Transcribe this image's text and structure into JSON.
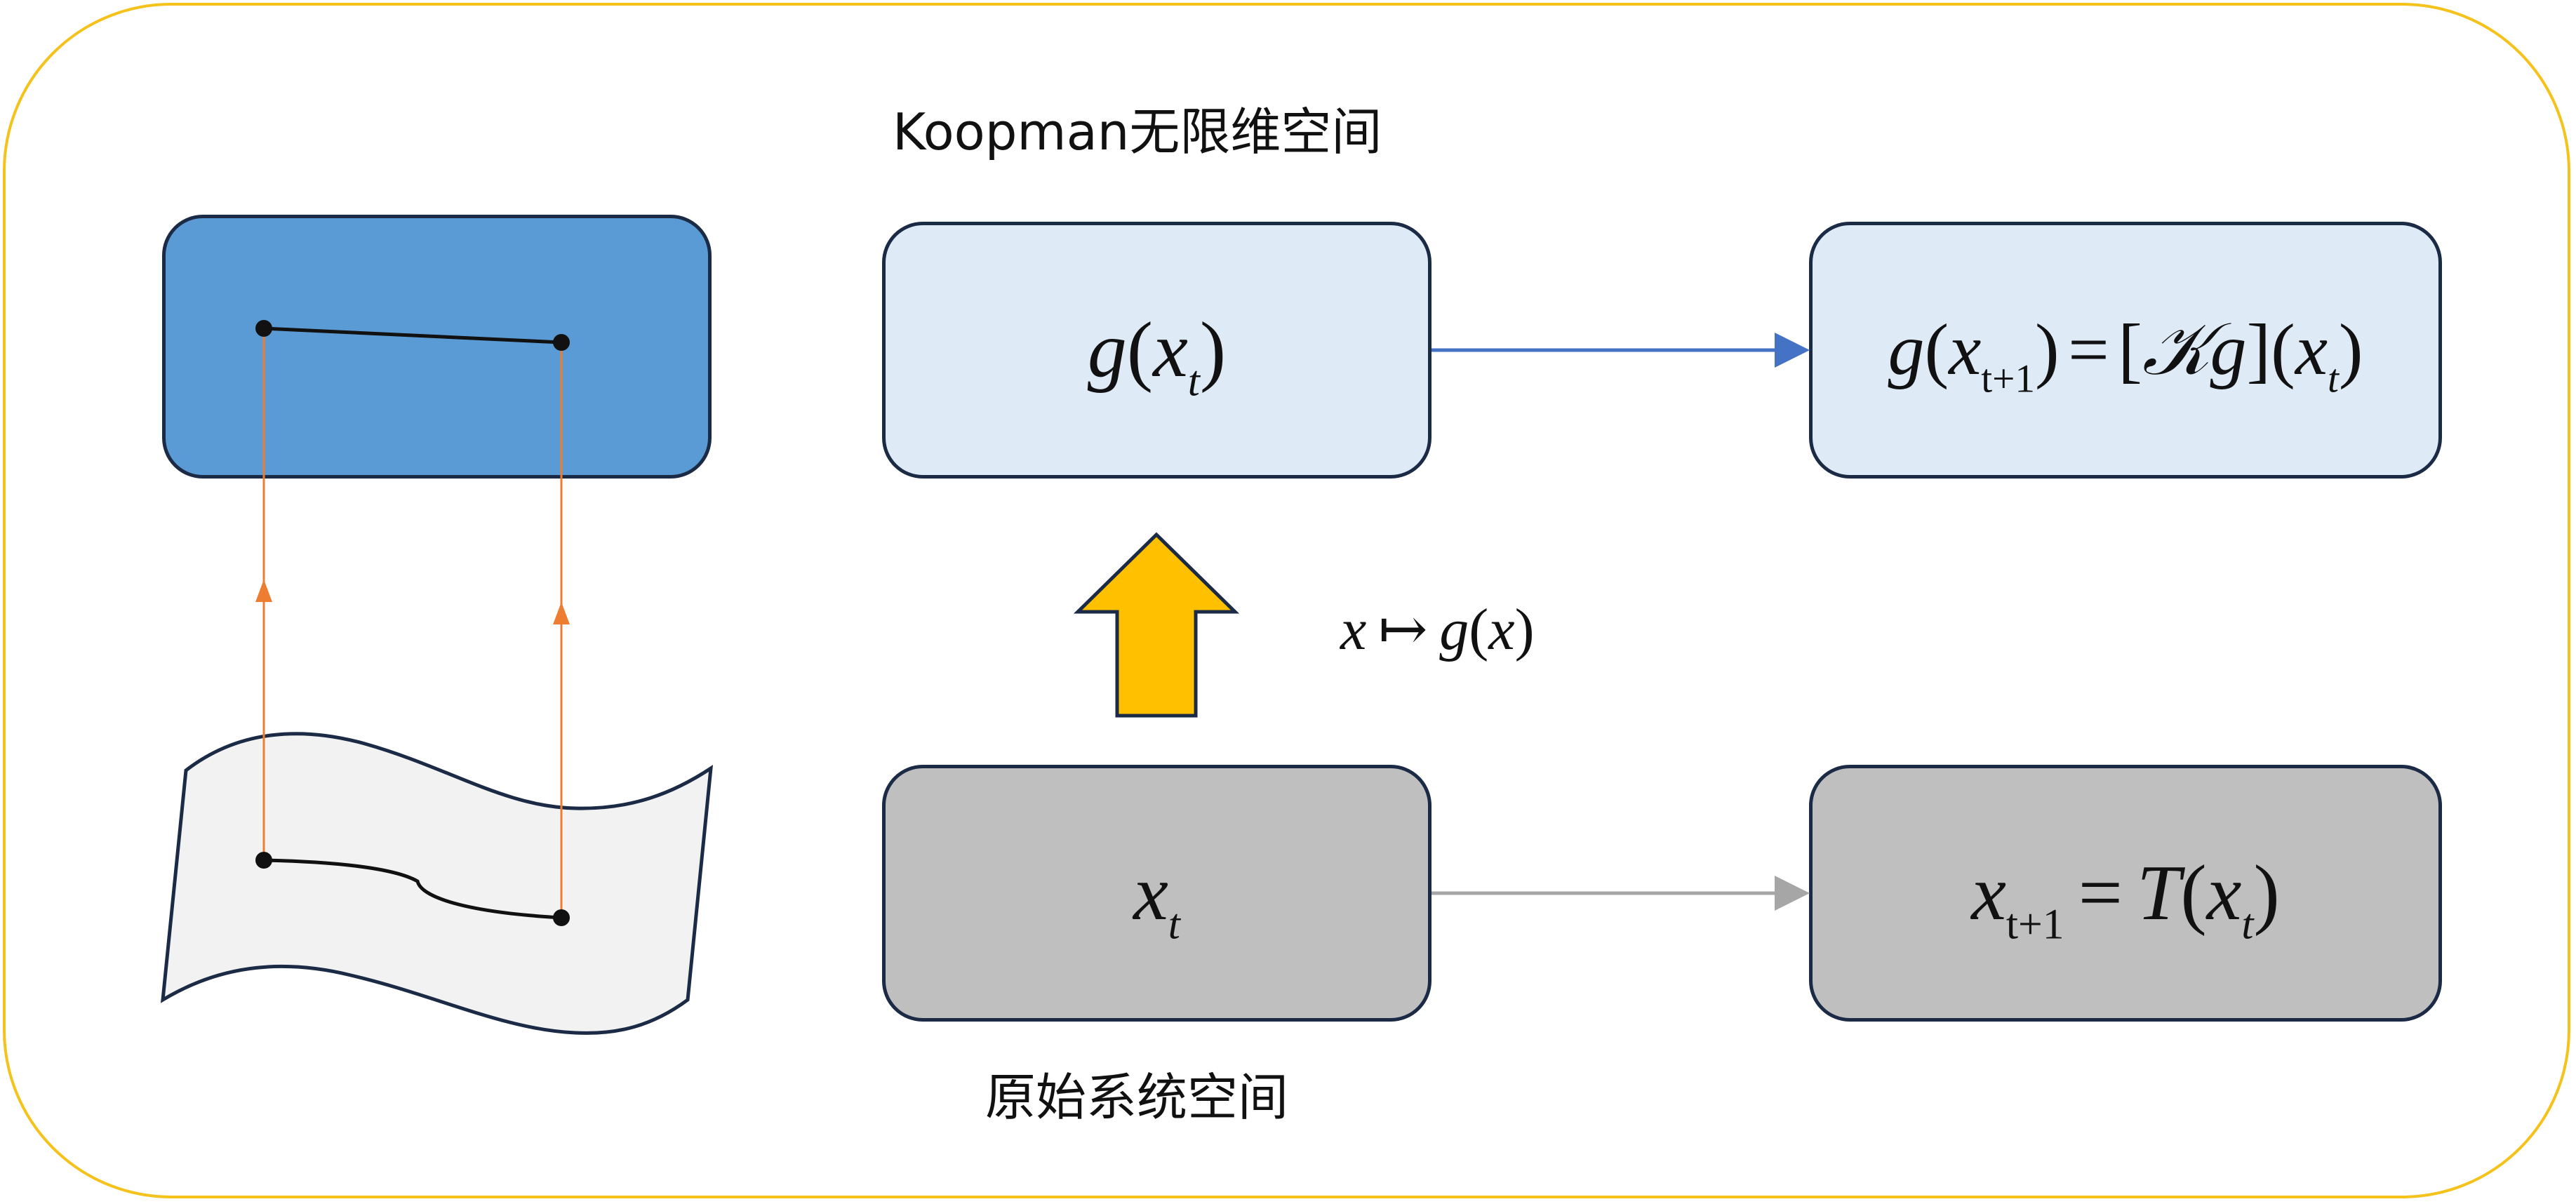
{
  "labels": {
    "top_title": "Koopman无限维空间",
    "bottom_title": "原始系统空间"
  },
  "equations": {
    "g_xt": {
      "f": "g",
      "open": "(",
      "x": "x",
      "t": "t",
      "close": ")"
    },
    "g_next": {
      "f": "g",
      "open": "(",
      "x": "x",
      "sub": "t+1",
      "close": ")",
      "eq": "=",
      "lb": "[",
      "K": "𝒦",
      "g": "g",
      "rb": "]",
      "open2": "(",
      "x2": "x",
      "t2": "t",
      "close2": ")"
    },
    "xt": {
      "x": "x",
      "t": "t"
    },
    "x_next": {
      "x": "x",
      "sub": "t+1",
      "eq": "=",
      "T": "T",
      "open": "(",
      "x2": "x",
      "t2": "t",
      "close": ")"
    },
    "mapping": {
      "x": "x",
      "arrow": "↦",
      "g": "g",
      "open": "(",
      "x2": "x",
      "close": ")"
    }
  },
  "colors": {
    "frame": "#f5c21b",
    "light_box": "#deeaf6",
    "gray_box": "#bfbfbf",
    "blue_box": "#5b9bd5",
    "yellow_arrow": "#ffc000",
    "blue_arrow": "#4472c4",
    "gray_arrow": "#a6a6a6",
    "orange_line": "#ed7d31",
    "manifold_fill": "#f2f2f2"
  }
}
